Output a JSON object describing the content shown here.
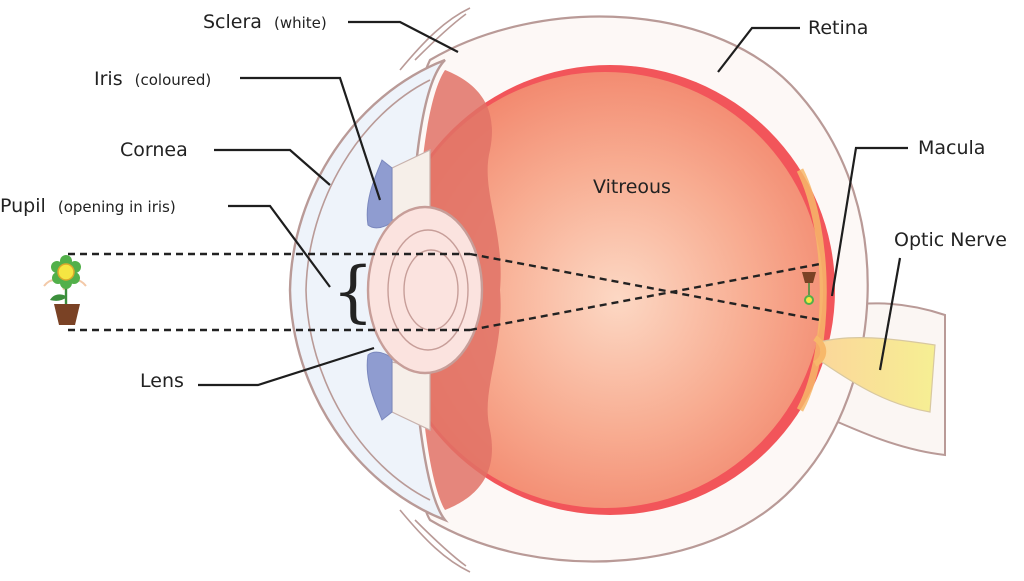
{
  "labels": {
    "sclera": {
      "main": "Sclera",
      "sub": "(white)"
    },
    "iris": {
      "main": "Iris",
      "sub": "(coloured)"
    },
    "cornea": {
      "main": "Cornea"
    },
    "pupil": {
      "main": "Pupil",
      "sub": "(opening in iris)"
    },
    "lens": {
      "main": "Lens"
    },
    "retina": {
      "main": "Retina"
    },
    "macula": {
      "main": "Macula"
    },
    "optic_nerve": {
      "main": "Optic Nerve"
    },
    "vitreous": {
      "main": "Vitreous"
    }
  },
  "pupil_brace": "{",
  "colors": {
    "vitreous": "#f59a7e",
    "retina": "#f2555a",
    "sclera_outline": "#b99a97",
    "iris": "#8f9cd0",
    "lens": "#fbe3df",
    "optic_nerve": "#f7ea8a",
    "cornea_fill": "#eef3fa"
  }
}
